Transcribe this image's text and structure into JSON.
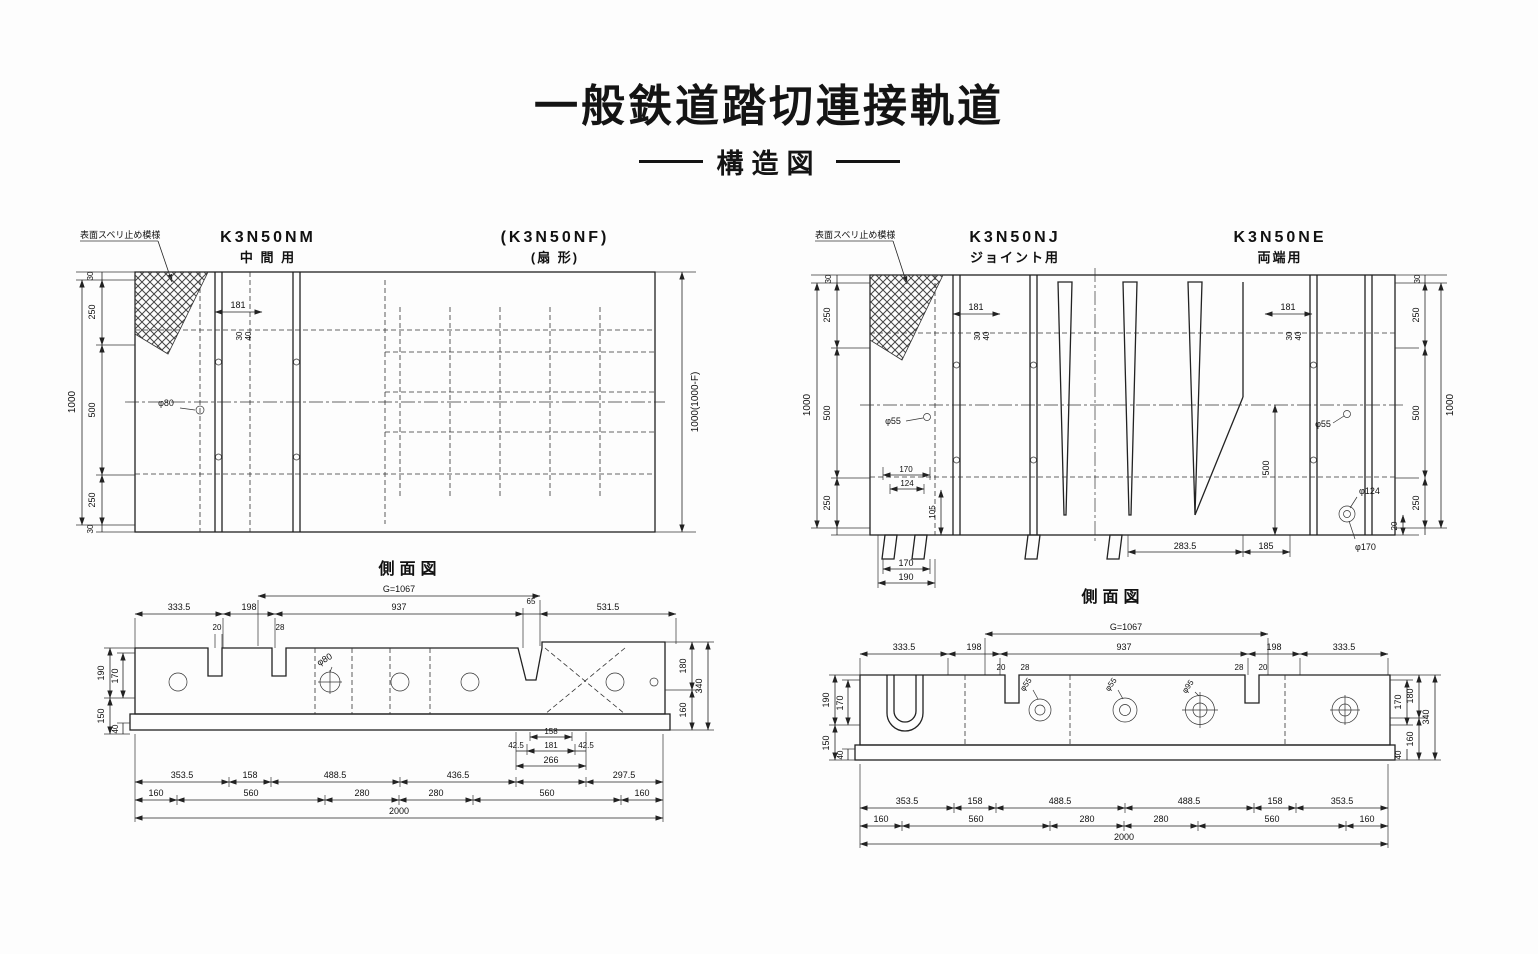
{
  "title": "一般鉄道踏切連接軌道",
  "subtitle": "構造図",
  "left_plan": {
    "note": "表面スベリ止め模様",
    "code_mid": "K3N50NM",
    "use_mid": "中 間 用",
    "code_fan": "(K3N50NF)",
    "use_fan": "(扇 形)",
    "dims": {
      "t30": "30",
      "l250a": "250",
      "l500": "500",
      "l250b": "250",
      "l1000": "1000",
      "b30": "30",
      "w181": "181",
      "i30": "30",
      "i40": "40",
      "phi80": "φ80",
      "r1000f": "1000(1000-F)"
    }
  },
  "right_plan": {
    "note": "表面スベリ止め模様",
    "code_joint": "K3N50NJ",
    "use_joint": "ジョイント用",
    "code_end": "K3N50NE",
    "use_end": "両端用",
    "dims": {
      "tl30": "30",
      "l250a": "250",
      "l500": "500",
      "l250b": "250",
      "l1000": "1000",
      "w181l": "181",
      "i30l": "30",
      "i40l": "40",
      "phi55l": "φ55",
      "f170": "170",
      "f124": "124",
      "f105": "105",
      "b170": "170",
      "b190": "190",
      "b283_5": "283.5",
      "b185": "185",
      "phi124": "φ124",
      "phi170": "φ170",
      "b20": "20",
      "w181r": "181",
      "i30r": "30",
      "i40r": "40",
      "phi55r": "φ55",
      "m500": "500",
      "r250a": "250",
      "r500": "500",
      "r250b": "250",
      "r1000": "1000",
      "tr30": "30"
    }
  },
  "left_side": {
    "title": "側面図",
    "dims": {
      "g": "G=1067",
      "a333_5": "333.5",
      "a198": "198",
      "a937": "937",
      "a65": "65",
      "a531_5": "531.5",
      "s20": "20",
      "s28": "28",
      "l190": "190",
      "l170": "170",
      "l150": "150",
      "l40": "40",
      "phi80": "φ80",
      "r180": "180",
      "r340": "340",
      "r160": "160",
      "c158": "158",
      "c181": "181",
      "c42_5l": "42.5",
      "c42_5r": "42.5",
      "c266": "266",
      "row1": [
        "353.5",
        "158",
        "488.5",
        "436.5",
        "297.5"
      ],
      "row2": [
        "160",
        "560",
        "280",
        "280",
        "560",
        "160"
      ],
      "total": "2000"
    }
  },
  "right_side": {
    "title": "側面図",
    "dims": {
      "g": "G=1067",
      "a333_5l": "333.5",
      "a198l": "198",
      "a937": "937",
      "a198r": "198",
      "a333_5r": "333.5",
      "s20l": "20",
      "s28l": "28",
      "s28r": "28",
      "s20r": "20",
      "l190": "190",
      "l170": "170",
      "l150": "150",
      "l40": "40",
      "phi55a": "φ55",
      "phi55b": "φ55",
      "phi95": "φ95",
      "r170": "170",
      "r180": "180",
      "r340": "340",
      "r160": "160",
      "r40": "40",
      "row1": [
        "353.5",
        "158",
        "488.5",
        "488.5",
        "158",
        "353.5"
      ],
      "row2": [
        "160",
        "560",
        "280",
        "280",
        "560",
        "160"
      ],
      "total": "2000"
    }
  }
}
